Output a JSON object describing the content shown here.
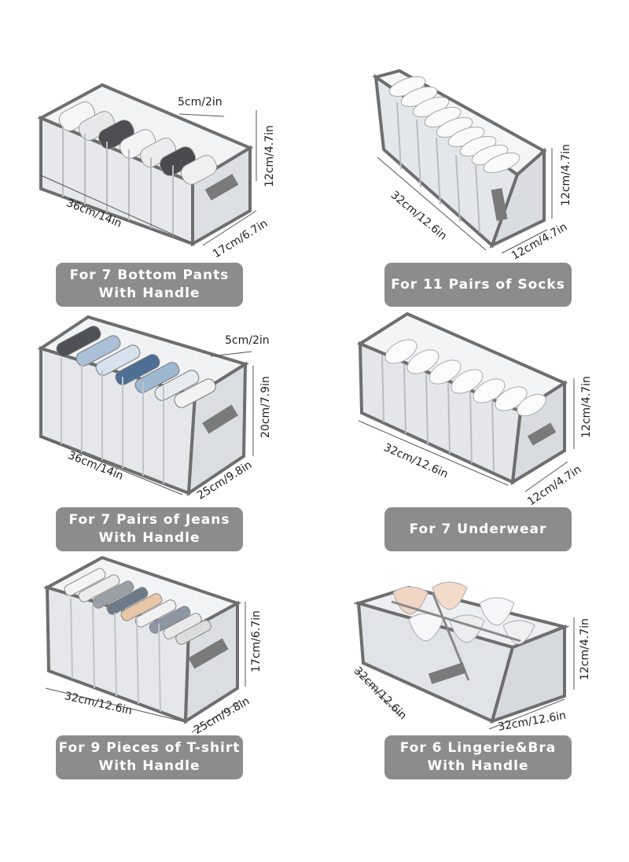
{
  "colors": {
    "label_bg": "#8c8c8c",
    "label_text": "#ffffff",
    "frame": "#6e6e6e",
    "mesh": "#e4e6ea",
    "handle": "#7a7a7a"
  },
  "items": [
    {
      "name": "bottom-pants-organizer",
      "label_line1": "For 7 Bottom Pants",
      "label_line2": "With Handle",
      "dim_top": "5cm/2in",
      "dim_height": "12cm/4.7in",
      "dim_length": "36cm/14in",
      "dim_depth": "17cm/6.7in",
      "contents_icon": "folded-pants"
    },
    {
      "name": "socks-organizer",
      "label_line1": "For 11 Pairs of Socks",
      "label_line2": "",
      "dim_height": "12cm/4.7in",
      "dim_length": "32cm/12.6in",
      "dim_depth": "12cm/4.7in",
      "contents_icon": "rolled-socks"
    },
    {
      "name": "jeans-organizer",
      "label_line1": "For 7 Pairs of Jeans",
      "label_line2": "With Handle",
      "dim_top": "5cm/2in",
      "dim_height": "20cm/7.9in",
      "dim_length": "36cm/14in",
      "dim_depth": "25cm/9.8in",
      "contents_icon": "folded-jeans"
    },
    {
      "name": "underwear-organizer",
      "label_line1": "For 7 Underwear",
      "label_line2": "",
      "dim_height": "12cm/4.7in",
      "dim_length": "32cm/12.6in",
      "dim_depth": "12cm/4.7in",
      "contents_icon": "rolled-underwear"
    },
    {
      "name": "tshirt-organizer",
      "label_line1": "For 9 Pieces of T-shirt",
      "label_line2": "With Handle",
      "dim_height": "17cm/6.7in",
      "dim_length": "32cm/12.6in",
      "dim_depth": "25cm/9.8in",
      "contents_icon": "folded-tshirts"
    },
    {
      "name": "lingerie-organizer",
      "label_line1": "For 6 Lingerie&Bra",
      "label_line2": "With Handle",
      "dim_height": "12cm/4.7in",
      "dim_length": "32cm/12.6in",
      "dim_depth": "32cm/12.6in",
      "contents_icon": "bras"
    }
  ]
}
